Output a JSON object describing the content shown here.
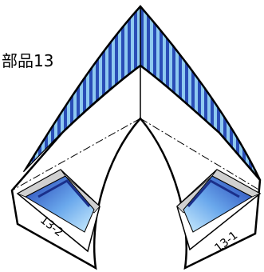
{
  "diagram": {
    "title": "部品13",
    "sub_labels": [
      "13-2",
      "13-1"
    ]
  },
  "colors": {
    "stripe_dark": "#1f3f9f",
    "stripe_light": "#8ec9f0",
    "pane_dark": "#2341b5",
    "pane_light": "#cdeefe",
    "frame": "#d0d0d0",
    "outline": "#000000"
  }
}
